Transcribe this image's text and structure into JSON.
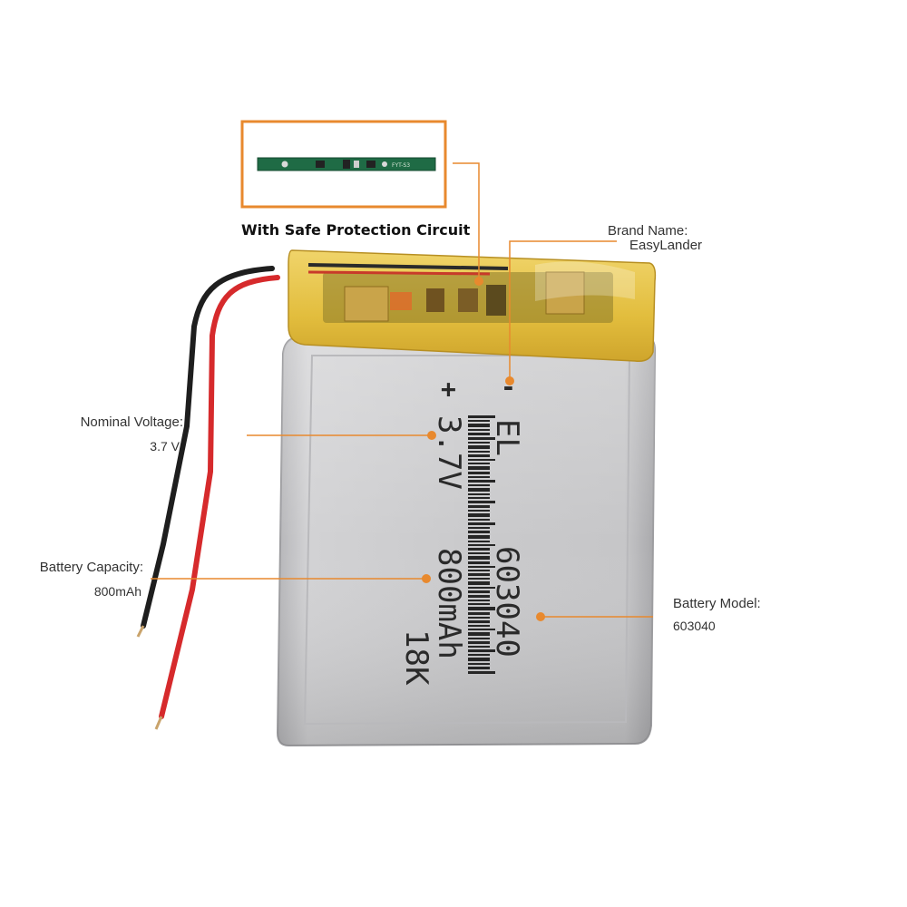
{
  "inset": {
    "caption": "With Safe Protection Circuit",
    "pcb_marking": "FYT-S3"
  },
  "brand": {
    "label": "Brand Name:",
    "value": "EasyLander"
  },
  "voltage": {
    "label": "Nominal Voltage:",
    "value": "3.7 V"
  },
  "capacity": {
    "label": "Battery Capacity:",
    "value": "800mAh"
  },
  "model": {
    "label": "Battery Model:",
    "value": "603040"
  },
  "battery_print": {
    "minus": "-",
    "plus": "+",
    "brand_code": "EL",
    "model": "603040",
    "voltage": "3.7V",
    "capacity": "800mAh",
    "batch": "18K"
  },
  "colors": {
    "accent_orange": "#e8892e",
    "wire_red": "#d8282a",
    "wire_black": "#222222",
    "kapton_yellow": "#e8c64a",
    "cell_silver": "#c9c9cb",
    "pcb_green": "#1f6b45"
  }
}
